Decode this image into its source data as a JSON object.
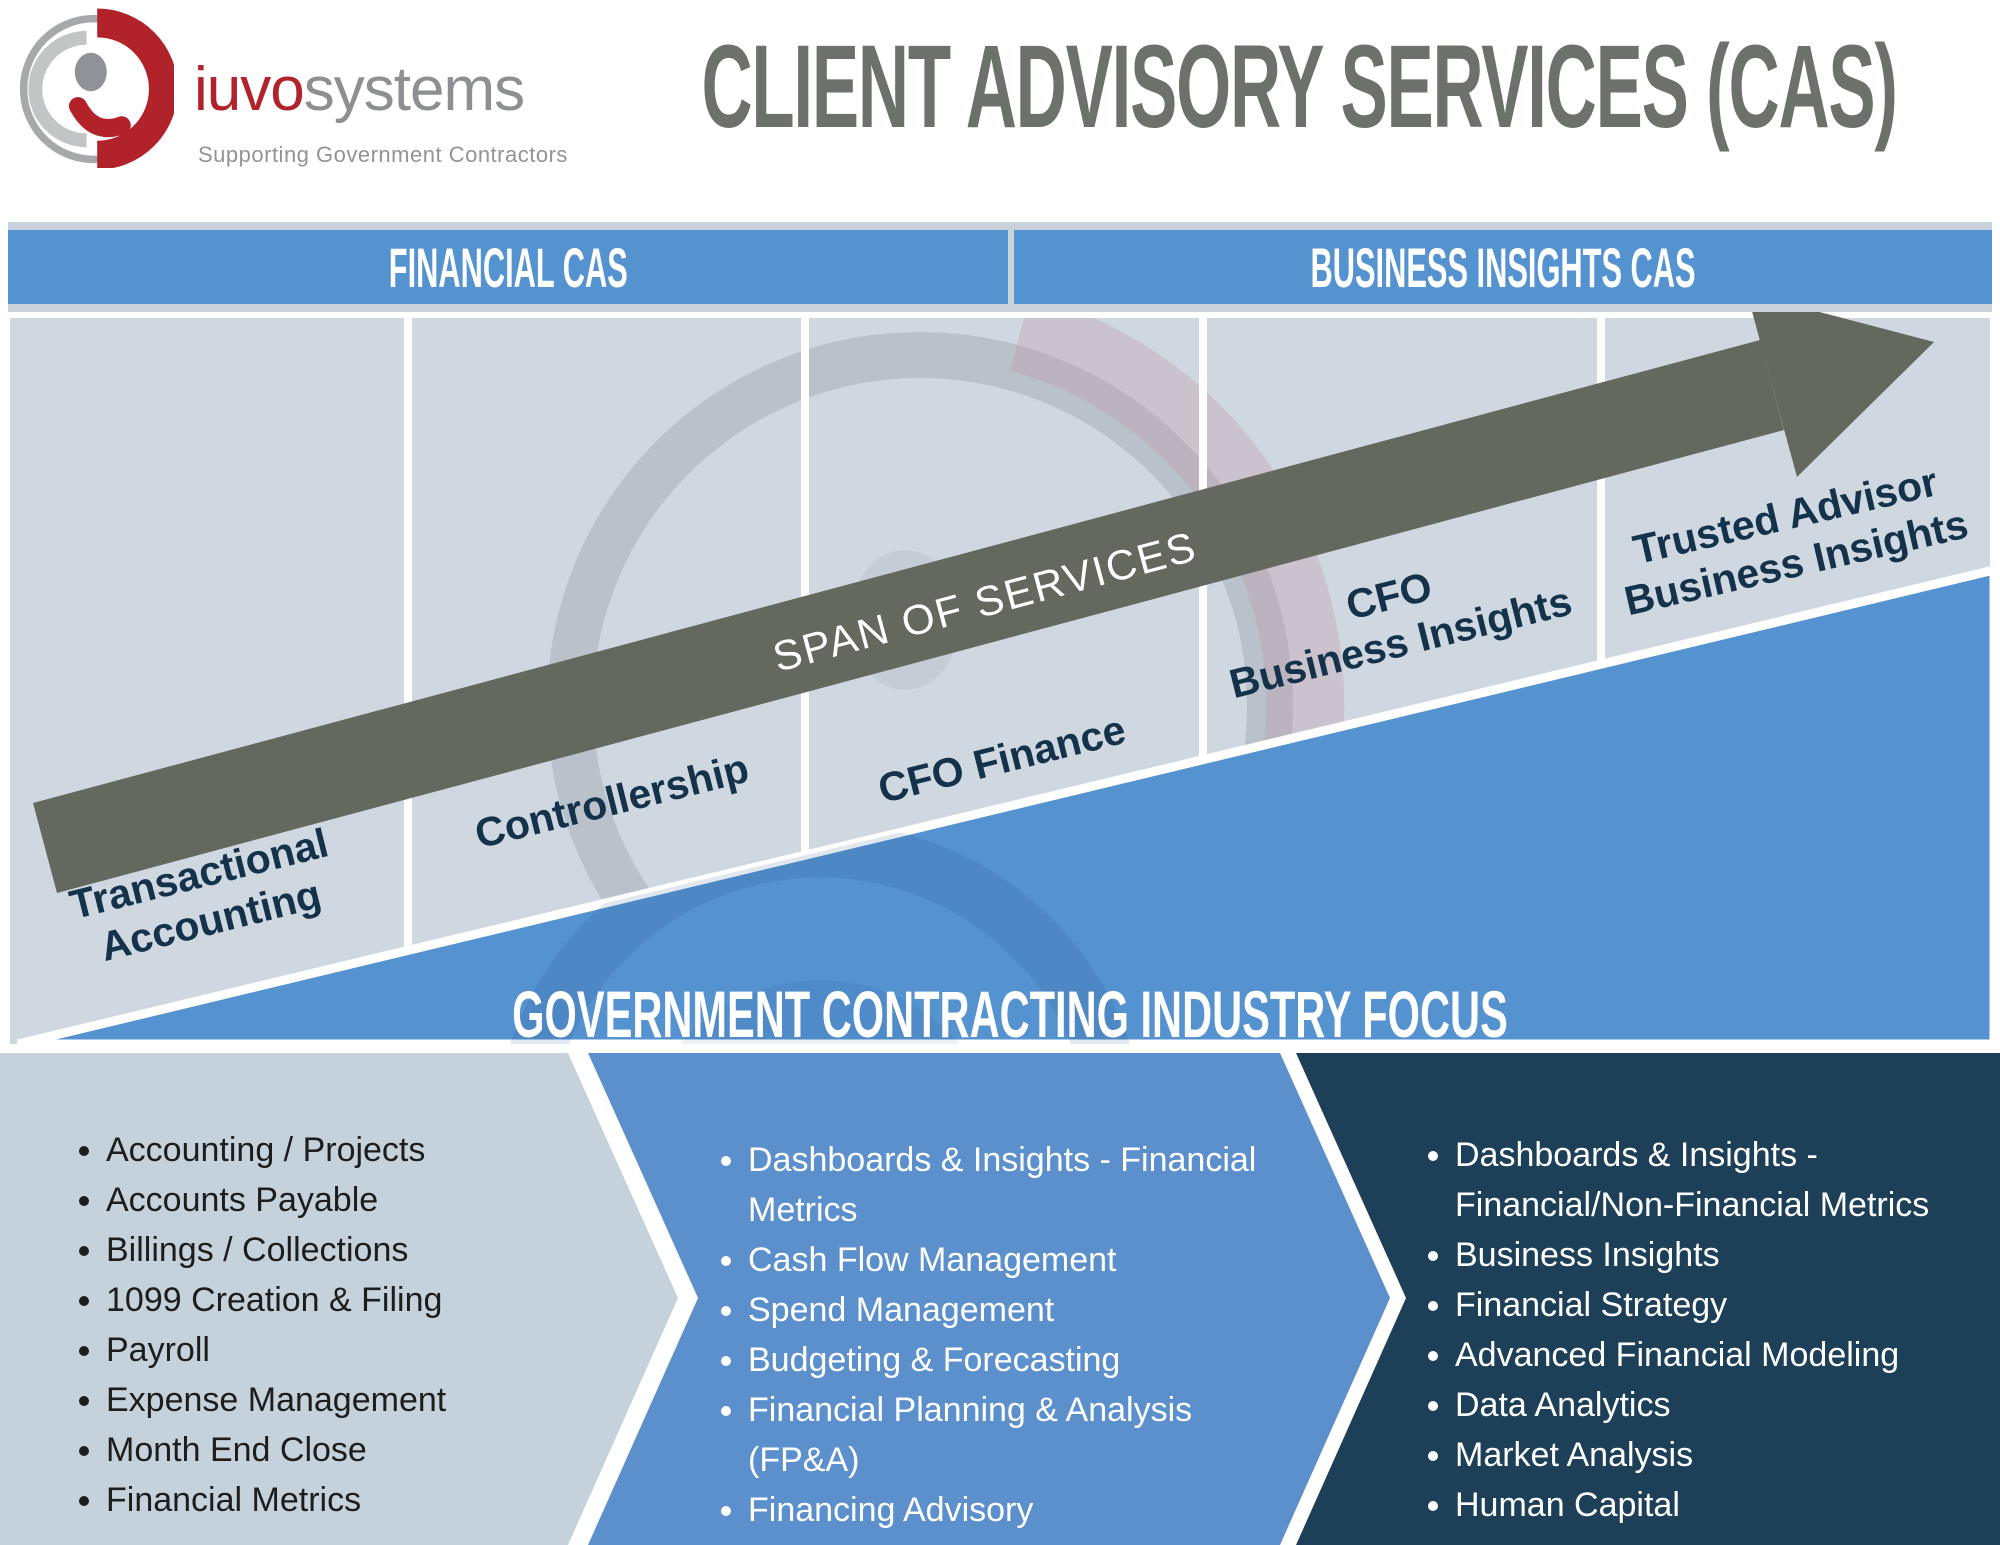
{
  "brand": {
    "logo_icon": "iuvo-swirl-logo",
    "logo_text_primary": "iuvo",
    "logo_text_secondary": "systems",
    "tagline": "Supporting Government Contractors"
  },
  "title": "CLIENT ADVISORY SERVICES (CAS)",
  "category_bar": {
    "left_label": "FINANCIAL CAS",
    "right_label": "BUSINESS INSIGHTS CAS"
  },
  "maturity_arrow": {
    "label": "SPAN OF SERVICES"
  },
  "stages": [
    {
      "lines": [
        "Transactional",
        "Accounting"
      ]
    },
    {
      "lines": [
        "Controllership"
      ]
    },
    {
      "lines": [
        "CFO Finance"
      ]
    },
    {
      "lines": [
        "CFO",
        "Business Insights"
      ]
    },
    {
      "lines": [
        "Trusted Advisor",
        "Business Insights"
      ]
    }
  ],
  "industry_band": {
    "label": "GOVERNMENT CONTRACTING INDUSTRY FOCUS"
  },
  "service_panels": [
    {
      "id": "transactional-accounting-services",
      "items": [
        "Accounting / Projects",
        "Accounts Payable",
        "Billings / Collections",
        "1099 Creation & Filing",
        "Payroll",
        "Expense Management",
        "Month End Close",
        "Financial Metrics"
      ]
    },
    {
      "id": "cfo-finance-services",
      "items": [
        "Dashboards & Insights - Financial Metrics",
        "Cash Flow Management",
        "Spend Management",
        "Budgeting & Forecasting",
        "Financial Planning & Analysis (FP&A)",
        "Financing Advisory"
      ]
    },
    {
      "id": "business-insights-services",
      "items": [
        "Dashboards & Insights - Financial/Non-Financial Metrics",
        "Business Insights",
        "Financial Strategy",
        "Advanced Financial Modeling",
        "Data Analytics",
        "Market Analysis",
        "Human Capital"
      ]
    }
  ],
  "colors": {
    "primary_blue": "#5592d0",
    "column_light": "#cfd8e0",
    "panel_light": "#c6d2db",
    "panel_mid_blue": "#5b90cc",
    "panel_dark_navy": "#1d4058",
    "arrow_olive": "#65685e",
    "stage_text_navy": "#14324a",
    "title_gray": "#6c716c",
    "logo_red": "#b2222a",
    "logo_gray": "#8d8f93"
  }
}
